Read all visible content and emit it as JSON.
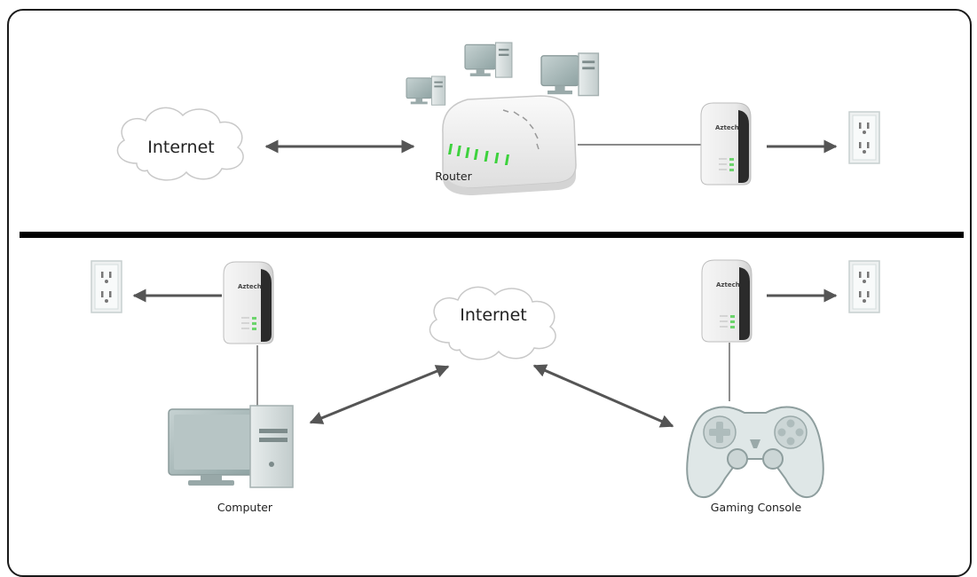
{
  "top_section": {
    "internet_label": "Internet",
    "router_label": "Router"
  },
  "bottom_section": {
    "internet_label": "Internet",
    "computer_label": "Computer",
    "console_label": "Gaming Console"
  },
  "adapter_brand": "Aztech",
  "colors": {
    "frame": "#1a1a1a",
    "divider": "#000000",
    "arrow": "#555555",
    "led": "#6cd46c",
    "monitor": "#a9b8b8",
    "outlet": "#e8ecec"
  }
}
